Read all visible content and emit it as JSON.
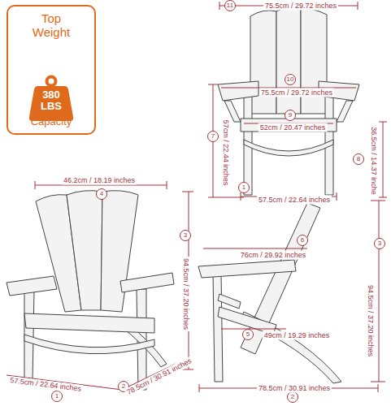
{
  "diagram": {
    "nodes": [
      {
        "text": [
          "Top Weight",
          "Capacity"
        ]
      },
      {
        "text": [
          "380 LBS"
        ],
        "in": 0
      }
    ],
    "labels": [
      "11",
      "75.5cm / 29.72 inches",
      "10",
      "75.5cm / 29.72 inches",
      "9",
      "52cm / 20.47 inches",
      "7",
      "57cm / 22.44 inches",
      "8",
      "36.5cm / 14.37 inche",
      "1",
      "57.5cm / 22.64 inches",
      "4",
      "46.2cm / 18.19 inches",
      "3",
      "94.5cm / 37.20 inches",
      "1",
      "57.5cm / 22.64 inches",
      "2",
      "78.5cm / 30.91 inches",
      "6",
      "76cm / 29.92 inches",
      "5",
      "49cm / 19.29 inches",
      "3",
      "94.5cm / 37.20 inches",
      "2",
      "78.5cm / 30.91 inches"
    ]
  }
}
